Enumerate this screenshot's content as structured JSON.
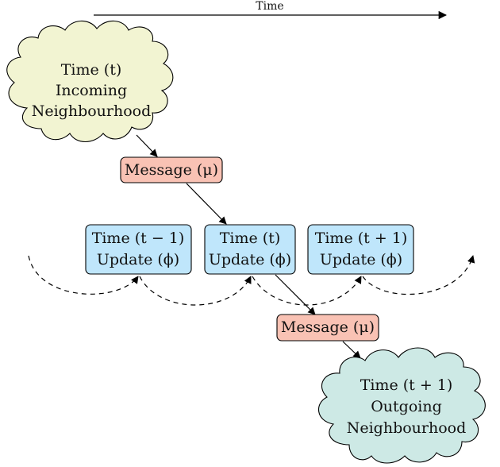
{
  "time_axis": {
    "label": "Time"
  },
  "incoming": {
    "line1": "Time (t)",
    "line2": "Incoming",
    "line3": "Neighbourhood",
    "fill": "#f2f4d2"
  },
  "message_top": {
    "label": "Message (μ)",
    "fill": "#f9c2b4"
  },
  "updates": [
    {
      "line1": "Time (t − 1)",
      "line2": "Update (ϕ)"
    },
    {
      "line1": "Time (t)",
      "line2": "Update (ϕ)"
    },
    {
      "line1": "Time (t + 1)",
      "line2": "Update (ϕ)"
    }
  ],
  "update_fill": "#bfe6fb",
  "message_bottom": {
    "label": "Message (μ)",
    "fill": "#f9c2b4"
  },
  "outgoing": {
    "line1": "Time (t + 1)",
    "line2": "Outgoing",
    "line3": "Neighbourhood",
    "fill": "#cde9e5"
  }
}
